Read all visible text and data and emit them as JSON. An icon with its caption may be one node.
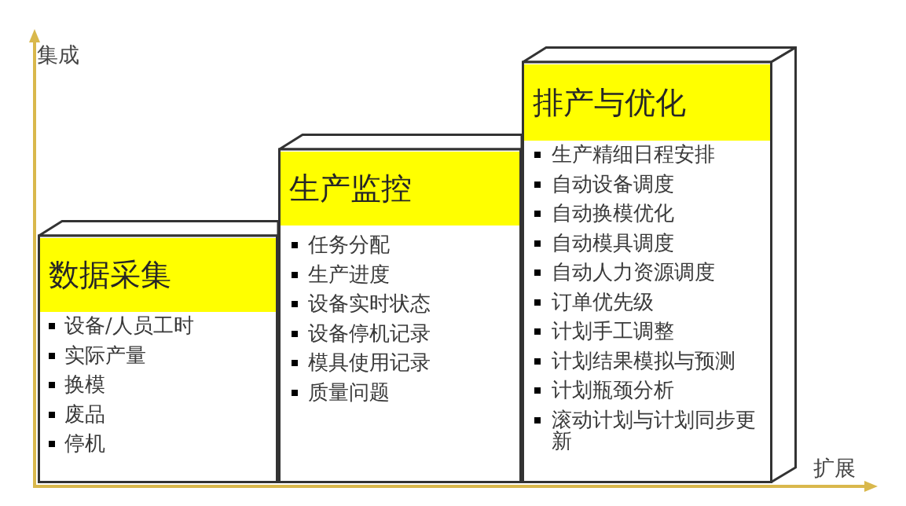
{
  "diagram": {
    "nodes": [
      {
        "text": [
          "数据采集",
          "设备/人员工时",
          "实际产量",
          "换模",
          "废品",
          "停机"
        ]
      },
      {
        "text": [
          "生产监控",
          "任务分配",
          "生产进度",
          "设备实时状态",
          "设备停机记录",
          "模具使用记录",
          "质量问题"
        ]
      },
      {
        "text": [
          "排产与优化",
          "生产精细日程安排",
          "自动设备调度",
          "自动换模优化",
          "自动模具调度",
          "自动人力资源调度",
          "订单优先级",
          "计划手工调整",
          "计划结果模拟与预测",
          "计划瓶颈分析",
          "滚动计划与计划同步更新"
        ]
      }
    ],
    "labels": [
      "集成",
      "扩展"
    ]
  }
}
